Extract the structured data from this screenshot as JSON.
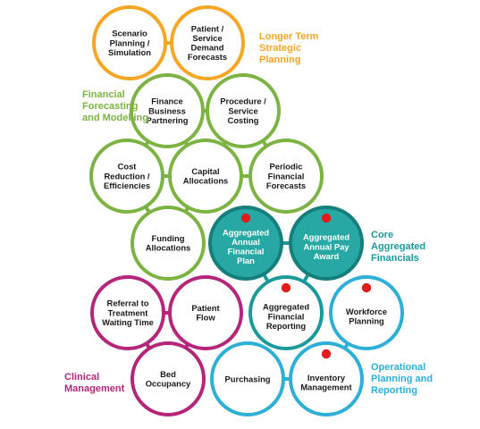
{
  "colors": {
    "strategic": "#f5a623",
    "financial": "#7cb342",
    "core": "#1c9a9a",
    "core_fill": "#27a8a4",
    "clinical": "#b5267a",
    "operational": "#2eafd8",
    "marker": "#e21b1b",
    "text_dark": "#1a1a1a",
    "text_light": "#ffffff"
  },
  "groups": [
    {
      "id": "strategic",
      "lines": [
        "Longer Term",
        "Strategic",
        "Planning"
      ]
    },
    {
      "id": "financial",
      "lines": [
        "Financial",
        "Forecasting",
        "and Modelling"
      ]
    },
    {
      "id": "core",
      "lines": [
        "Core",
        "Aggregated",
        "Financials"
      ]
    },
    {
      "id": "clinical",
      "lines": [
        "Clinical",
        "Management"
      ]
    },
    {
      "id": "operational",
      "lines": [
        "Operational",
        "Planning and",
        "Reporting"
      ]
    }
  ],
  "nodes": [
    {
      "id": "scenario",
      "group": "strategic",
      "lines": [
        "Scenario",
        "Planning /",
        "Simulation"
      ],
      "filled": false,
      "marker": false
    },
    {
      "id": "demand",
      "group": "strategic",
      "lines": [
        "Patient /",
        "Service",
        "Demand",
        "Forecasts"
      ],
      "filled": false,
      "marker": false
    },
    {
      "id": "partnering",
      "group": "financial",
      "lines": [
        "Finance",
        "Business",
        "Partnering"
      ],
      "filled": false,
      "marker": false
    },
    {
      "id": "costing",
      "group": "financial",
      "lines": [
        "Procedure /",
        "Service",
        "Costing"
      ],
      "filled": false,
      "marker": false
    },
    {
      "id": "cost-reduction",
      "group": "financial",
      "lines": [
        "Cost",
        "Reduction /",
        "Efficiencies"
      ],
      "filled": false,
      "marker": false
    },
    {
      "id": "capital",
      "group": "financial",
      "lines": [
        "Capital",
        "Allocations"
      ],
      "filled": false,
      "marker": false
    },
    {
      "id": "periodic",
      "group": "financial",
      "lines": [
        "Periodic",
        "Financial",
        "Forecasts"
      ],
      "filled": false,
      "marker": false
    },
    {
      "id": "funding",
      "group": "financial",
      "lines": [
        "Funding",
        "Allocations"
      ],
      "filled": false,
      "marker": false
    },
    {
      "id": "annual-plan",
      "group": "core",
      "lines": [
        "Aggregated",
        "Annual",
        "Financial",
        "Plan"
      ],
      "filled": true,
      "marker": true
    },
    {
      "id": "annual-pay",
      "group": "core",
      "lines": [
        "Aggregated",
        "Annual Pay",
        "Award"
      ],
      "filled": true,
      "marker": true
    },
    {
      "id": "fin-reporting",
      "group": "core",
      "lines": [
        "Aggregated",
        "Financial",
        "Reporting"
      ],
      "filled": false,
      "marker": true
    },
    {
      "id": "referral",
      "group": "clinical",
      "lines": [
        "Referral to",
        "Treatment",
        "Waiting Time"
      ],
      "filled": false,
      "marker": false
    },
    {
      "id": "patient-flow",
      "group": "clinical",
      "lines": [
        "Patient",
        "Flow"
      ],
      "filled": false,
      "marker": false
    },
    {
      "id": "bed",
      "group": "clinical",
      "lines": [
        "Bed",
        "Occupancy"
      ],
      "filled": false,
      "marker": false
    },
    {
      "id": "workforce",
      "group": "operational",
      "lines": [
        "Workforce",
        "Planning"
      ],
      "filled": false,
      "marker": true
    },
    {
      "id": "purchasing",
      "group": "operational",
      "lines": [
        "Purchasing"
      ],
      "filled": false,
      "marker": false
    },
    {
      "id": "inventory",
      "group": "operational",
      "lines": [
        "Inventory",
        "Management"
      ],
      "filled": false,
      "marker": true
    }
  ],
  "links": [
    {
      "from": "scenario",
      "to": "demand"
    },
    {
      "from": "partnering",
      "to": "costing"
    },
    {
      "from": "partnering",
      "to": "cost-reduction"
    },
    {
      "from": "partnering",
      "to": "capital"
    },
    {
      "from": "costing",
      "to": "capital"
    },
    {
      "from": "costing",
      "to": "periodic"
    },
    {
      "from": "cost-reduction",
      "to": "capital"
    },
    {
      "from": "capital",
      "to": "periodic"
    },
    {
      "from": "cost-reduction",
      "to": "funding"
    },
    {
      "from": "capital",
      "to": "funding"
    },
    {
      "from": "annual-plan",
      "to": "annual-pay"
    },
    {
      "from": "annual-plan",
      "to": "fin-reporting"
    },
    {
      "from": "annual-pay",
      "to": "fin-reporting"
    },
    {
      "from": "referral",
      "to": "patient-flow"
    },
    {
      "from": "referral",
      "to": "bed"
    },
    {
      "from": "patient-flow",
      "to": "bed"
    },
    {
      "from": "purchasing",
      "to": "inventory"
    },
    {
      "from": "workforce",
      "to": "inventory"
    }
  ]
}
